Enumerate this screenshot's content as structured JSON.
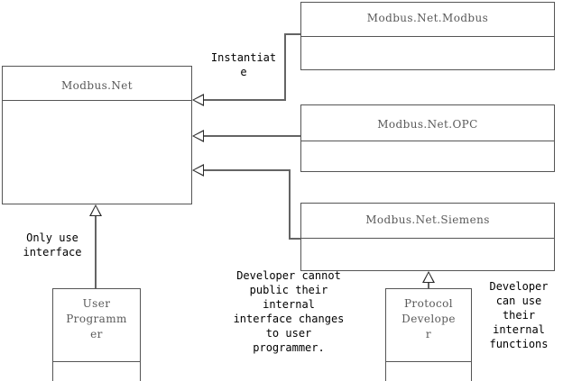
{
  "diagram": {
    "type": "uml-class-diagram",
    "title": "Modbus.Net layering / realization diagram"
  },
  "boxes": {
    "modbusnet": {
      "label": "Modbus.Net"
    },
    "modbus": {
      "label": "Modbus.Net.Modbus"
    },
    "opc": {
      "label": "Modbus.Net.OPC"
    },
    "siemens": {
      "label": "Modbus.Net.Siemens"
    },
    "user_programmer": {
      "label": "User\nProgramm\ner"
    },
    "protocol_developer": {
      "label": "Protocol\nDevelope\nr"
    }
  },
  "notes": {
    "instantiate": "Instantiat\ne",
    "only_use_interface": "Only use\ninterface",
    "cannot_public": "Developer cannot\npublic their\ninternal\ninterface changes\nto user\nprogrammer.",
    "can_use_internal": "Developer\ncan use\ntheir\ninternal\nfunctions"
  },
  "colors": {
    "background": "#ffffff",
    "box_border": "#555555",
    "box_text": "#5a5a5a",
    "line": "#646464",
    "arrow": "#2b2b2b",
    "note_text": "#000000"
  }
}
